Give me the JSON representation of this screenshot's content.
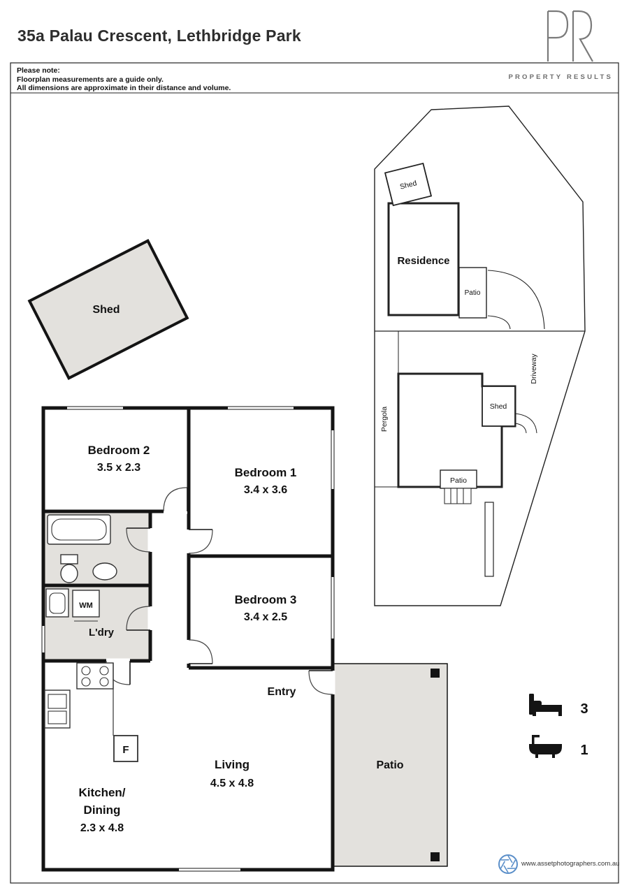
{
  "header": {
    "title": "35a Palau Crescent, Lethbridge Park",
    "brand": {
      "monogram": "PR",
      "wordmark": "PROPERTY RESULTS"
    }
  },
  "note": {
    "line1": "Please note:",
    "line2": "Floorplan measurements are a guide only.",
    "line3": "All dimensions are approximate in their distance and volume."
  },
  "floorplan": {
    "bedroom2": {
      "name": "Bedroom 2",
      "dims": "3.5 x 2.3"
    },
    "bedroom1": {
      "name": "Bedroom 1",
      "dims": "3.4 x 3.6"
    },
    "bedroom3": {
      "name": "Bedroom 3",
      "dims": "3.4 x 2.5"
    },
    "living": {
      "name": "Living",
      "dims": "4.5 x 4.8"
    },
    "kitchen": {
      "name_line1": "Kitchen/",
      "name_line2": "Dining",
      "dims": "2.3 x 4.8"
    },
    "laundry": "L'dry",
    "wm": "WM",
    "fridge": "F",
    "entry": "Entry",
    "patio": "Patio",
    "shed": "Shed"
  },
  "siteplan": {
    "residence": "Residence",
    "shed_top": "Shed",
    "patio_top": "Patio",
    "pergola": "Pergola",
    "driveway": "Driveway",
    "shed_rear": "Shed",
    "patio_rear": "Patio"
  },
  "summary": {
    "bedrooms": "3",
    "bathrooms": "1"
  },
  "footer": {
    "website": "www.assetphotographers.com.au"
  },
  "colors": {
    "wall": "#141414",
    "shaded": "#e3e1dd",
    "logo_blue": "#5b8fc9"
  }
}
